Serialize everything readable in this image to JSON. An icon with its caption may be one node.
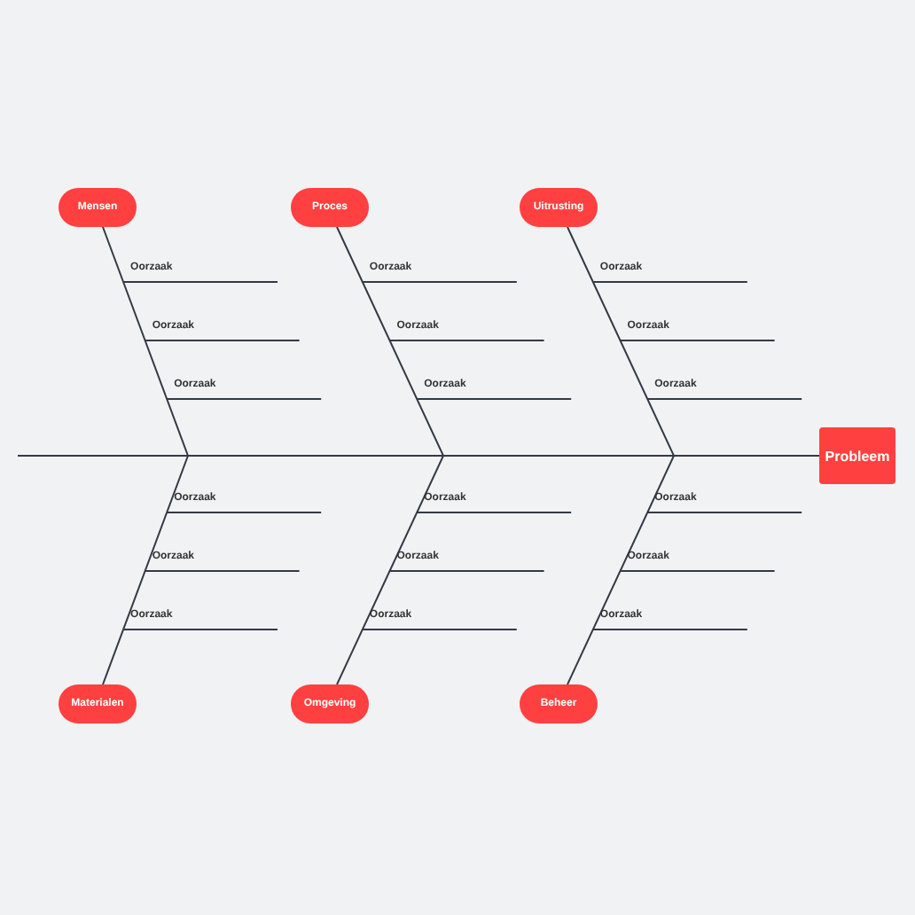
{
  "diagram": {
    "nodes": [
      {
        "text": [
          "Mensen"
        ]
      },
      {
        "text": [
          "Proces"
        ]
      },
      {
        "text": [
          "Uitrusting"
        ]
      },
      {
        "text": [
          "Probleem"
        ]
      },
      {
        "text": [
          "Materialen"
        ]
      },
      {
        "text": [
          "Omgeving"
        ]
      },
      {
        "text": [
          "Beheer"
        ]
      }
    ],
    "edges": [
      {
        "from": 0,
        "to": 3,
        "arrow": "none"
      },
      {
        "from": 1,
        "to": 3,
        "arrow": "none"
      },
      {
        "from": 2,
        "to": 3,
        "arrow": "none"
      },
      {
        "from": null,
        "to": 3,
        "arrow": "none"
      },
      {
        "from": 4,
        "to": 3,
        "arrow": "none"
      },
      {
        "from": 5,
        "to": 3,
        "arrow": "none"
      },
      {
        "from": 6,
        "to": 3,
        "arrow": "none"
      }
    ],
    "labels": [
      "Oorzaak",
      "Oorzaak",
      "Oorzaak",
      "Oorzaak",
      "Oorzaak",
      "Oorzaak",
      "Oorzaak",
      "Oorzaak",
      "Oorzaak",
      "Oorzaak",
      "Oorzaak",
      "Oorzaak",
      "Oorzaak",
      "Oorzaak",
      "Oorzaak",
      "Oorzaak",
      "Oorzaak",
      "Oorzaak"
    ]
  }
}
